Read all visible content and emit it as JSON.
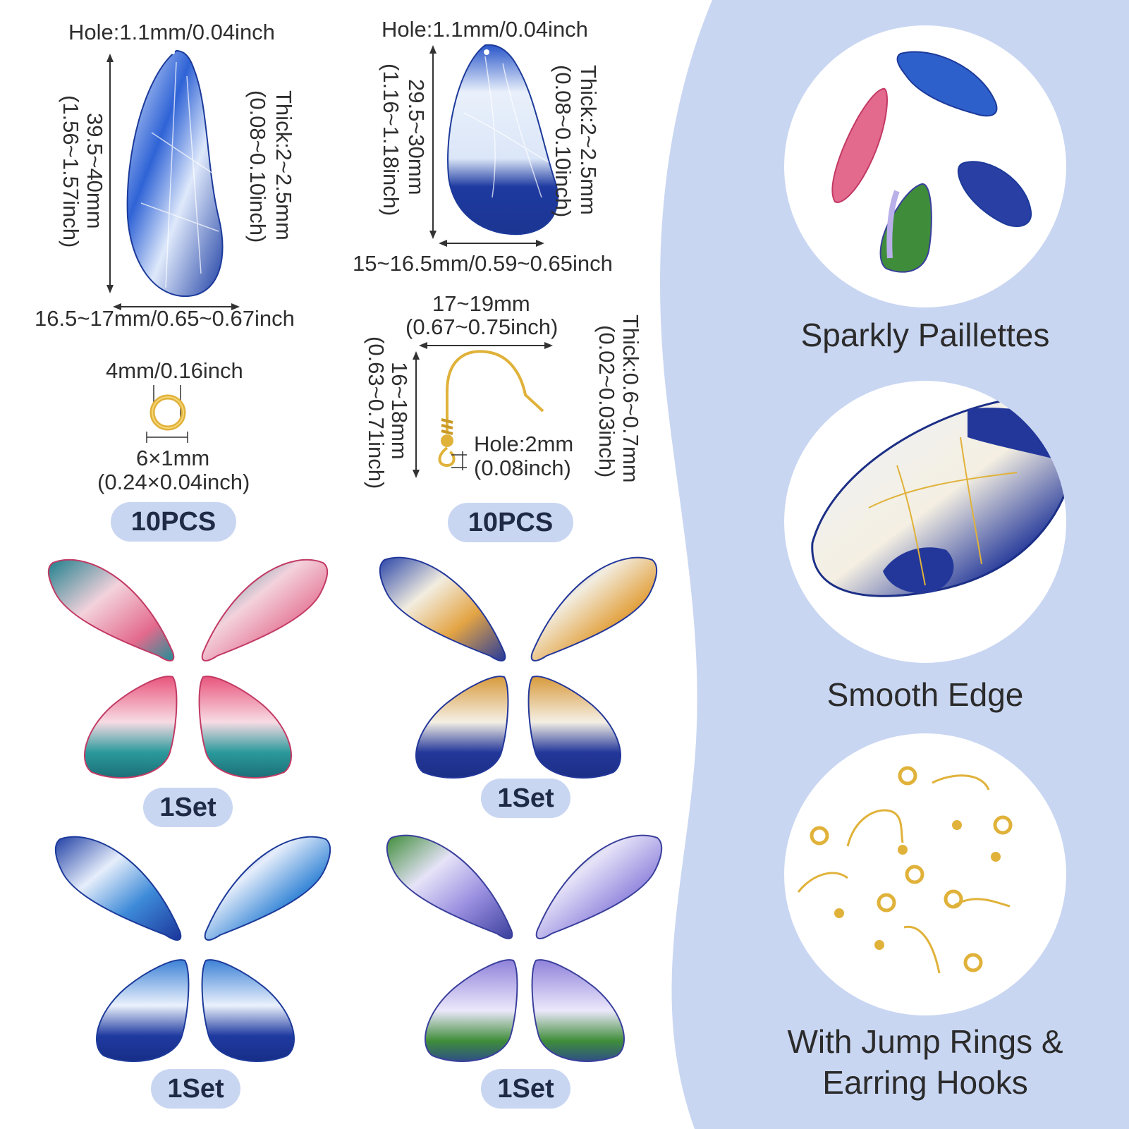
{
  "colors": {
    "panel": "#c9d6f2",
    "wing_blue": "#1f3fa8",
    "wing_light": "#e8eefb",
    "gold": "#e0b23a",
    "pink": "#e36a8d",
    "teal": "#2a9a9c",
    "green": "#3f8d3a",
    "lavender": "#b9b0ea"
  },
  "large_wing": {
    "hole": "Hole:1.1mm/0.04inch",
    "length_mm": "39.5~40mm",
    "length_in": "(1.56~1.57inch)",
    "thick_mm": "Thick:2~2.5mm",
    "thick_in": "(0.08~0.10inch)",
    "width": "16.5~17mm/0.65~0.67inch"
  },
  "small_wing": {
    "hole": "Hole:1.1mm/0.04inch",
    "length_mm": "29.5~30mm",
    "length_in": "(1.16~1.18inch)",
    "thick_mm": "Thick:2~2.5mm",
    "thick_in": "(0.08~0.10inch)",
    "width": "15~16.5mm/0.59~0.65inch"
  },
  "jump_ring": {
    "inner": "4mm/0.16inch",
    "size": "6×1mm",
    "size_in": "(0.24×0.04inch)",
    "qty": "10PCS"
  },
  "earring_hook": {
    "width_mm": "17~19mm",
    "width_in": "(0.67~0.75inch)",
    "length_mm": "16~18mm",
    "length_in": "(0.63~0.71inch)",
    "hole_mm": "Hole:2mm",
    "hole_in": "(0.08inch)",
    "thick_mm": "Thick:0.6~0.7mm",
    "thick_in": "(0.02~0.03inch)",
    "qty": "10PCS"
  },
  "sets": [
    "1Set",
    "1Set",
    "1Set",
    "1Set"
  ],
  "features": [
    {
      "caption": "Sparkly Paillettes"
    },
    {
      "caption": "Smooth Edge"
    },
    {
      "caption_line1": "With Jump Rings &",
      "caption_line2": "Earring Hooks"
    }
  ]
}
